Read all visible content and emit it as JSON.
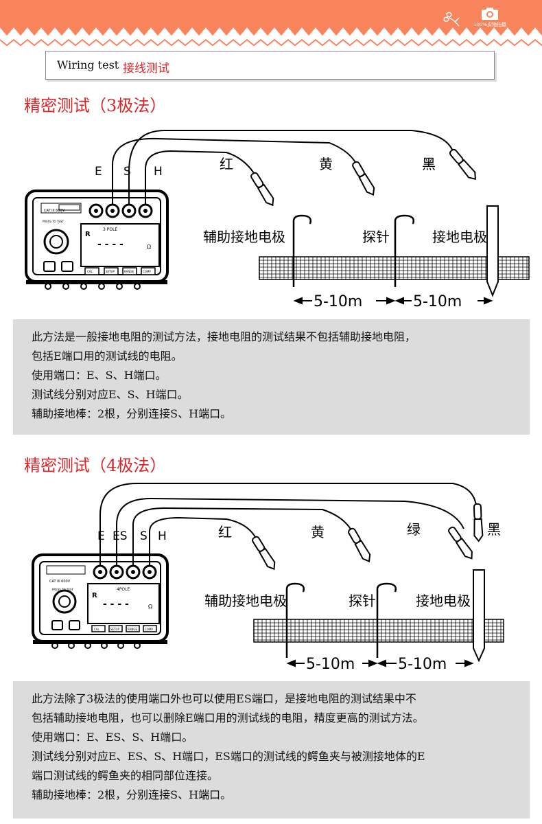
{
  "banner": {
    "badge_text": "100%实物拍摄",
    "color": "#f7845a"
  },
  "title": {
    "en": "Wiring test",
    "cn": "接线测试"
  },
  "sections": [
    {
      "heading": "精密测试（3极法）",
      "terminals": [
        "E",
        "S",
        "H"
      ],
      "meter": {
        "model": "",
        "cat": "CAT III 600V",
        "press": "PRESS TO TEST",
        "mode": "3 POLE",
        "reading": "- - - -",
        "unit": "Ω",
        "r_label": "R",
        "buttons": [
          "CAL",
          "SETUP",
          "RANGE",
          "COMP"
        ]
      },
      "clip_colors": [
        "红",
        "黄",
        "黑"
      ],
      "rod_labels": [
        "辅助接地电极",
        "探针",
        "接地电极"
      ],
      "distances": [
        "5-10m",
        "5-10m"
      ],
      "description": [
        "此方法是一般接地电阻的测试方法，接地电阻的测试结果不包括辅助接地电阻，",
        "包括E端口用的测试线的电阻。",
        "使用端口：E、S、H端口。",
        "测试线分别对应E、S、H端口。",
        "辅助接地棒：2根，分别连接S、H端口。"
      ]
    },
    {
      "heading": "精密测试（4极法）",
      "terminals": [
        "E",
        "ES",
        "S",
        "H"
      ],
      "meter": {
        "model": "",
        "cat": "CAT III 600V",
        "press": "PRESS TO TEST",
        "mode": "4POLE",
        "reading": "- - - -",
        "unit": "Ω",
        "r_label": "R",
        "buttons": [
          "CAL",
          "SETUP",
          "RANGE",
          "COMP"
        ]
      },
      "clip_colors": [
        "红",
        "黄",
        "绿",
        "黑"
      ],
      "rod_labels": [
        "辅助接地电极",
        "探针",
        "接地电极"
      ],
      "distances": [
        "5-10m",
        "5-10m"
      ],
      "description": [
        "此方法除了3极法的使用端口外也可以使用ES端口，是接地电阻的测试结果中不",
        "包括辅助接地电阻，也可以删除E端口用的测试线的电阻，精度更高的测试方法。",
        "使用端口：E、ES、S、H端口。",
        "测试线分别对应E、ES、S、H端口，ES端口的测试线的鳄鱼夹与被测接地体的E",
        "端口测试线的鳄鱼夹的相同部位连接。",
        "辅助接地棒：2根，分别连接S、H端口。"
      ]
    }
  ]
}
